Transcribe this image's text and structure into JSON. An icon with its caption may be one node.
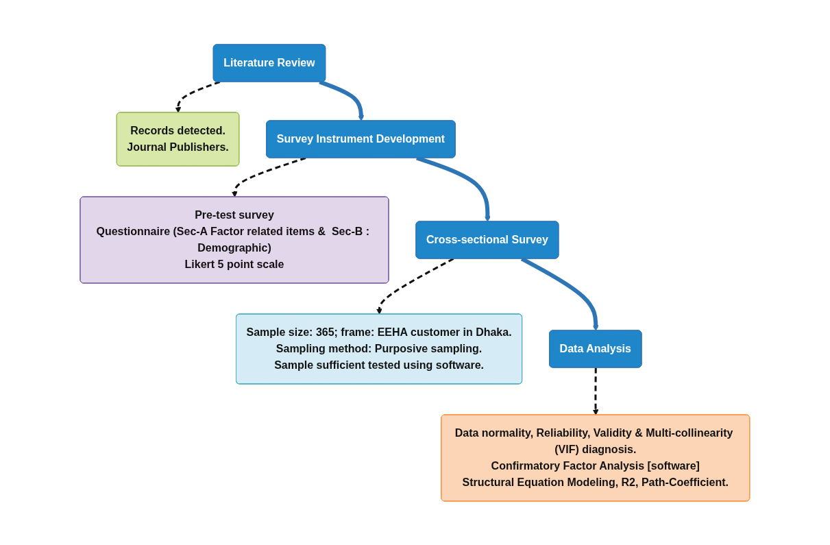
{
  "diagram": {
    "nodes": [
      {
        "text": [
          "Literature Review"
        ]
      },
      {
        "text": [
          "Records detected.",
          "Journal Publishers."
        ]
      },
      {
        "text": [
          "Survey Instrument Development"
        ]
      },
      {
        "text": [
          "Pre-test survey",
          "Questionnaire (Sec-A Factor related items &  Sec-B : Demographic)",
          "Likert 5 point scale"
        ]
      },
      {
        "text": [
          "Cross-sectional Survey"
        ]
      },
      {
        "text": [
          "Sample size: 365; frame: EEHA customer in Dhaka.",
          "Sampling method: Purposive sampling.",
          "Sample sufficient tested using software."
        ]
      },
      {
        "text": [
          "Data Analysis"
        ]
      },
      {
        "text": [
          "Data normality, Reliability, Validity & Multi-collinearity (VIF) diagnosis.",
          "Confirmatory Factor Analysis [software]",
          "Structural Equation Modeling, R2, Path-Coefficient."
        ]
      }
    ],
    "edges": [
      {
        "from": 0,
        "to": 1,
        "arrow": "to",
        "style": "dashed"
      },
      {
        "from": 0,
        "to": 2,
        "arrow": "to",
        "style": "thick",
        "color": "#2e75b6"
      },
      {
        "from": 2,
        "to": 3,
        "arrow": "to",
        "style": "dashed"
      },
      {
        "from": 2,
        "to": 4,
        "arrow": "to",
        "style": "thick",
        "color": "#2e75b6"
      },
      {
        "from": 4,
        "to": 5,
        "arrow": "to",
        "style": "dashed"
      },
      {
        "from": 4,
        "to": 6,
        "arrow": "to",
        "style": "thick",
        "color": "#2e75b6"
      },
      {
        "from": 6,
        "to": 7,
        "arrow": "to",
        "style": "dashed"
      }
    ]
  }
}
